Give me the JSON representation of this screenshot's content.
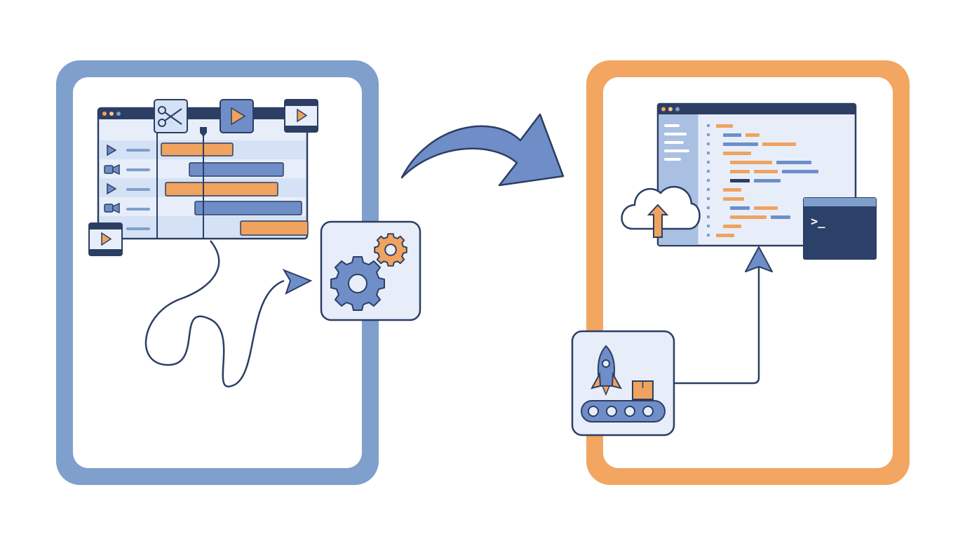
{
  "colors": {
    "blue_frame": "#7f9fcc",
    "orange_frame": "#f2a662",
    "navy": "#2c3e63",
    "blue": "#6f8ec8",
    "orange": "#f0a35e",
    "light_fill": "#e7eefa",
    "row_alt": "#d5e2f5",
    "white": "#ffffff"
  },
  "left_panel": {
    "editor": {
      "track_icons": [
        "play-icon",
        "camera-icon",
        "play-icon",
        "camera-icon",
        "none"
      ],
      "toolbar_icons": [
        "scissors-icon",
        "play-icon",
        "film-icon"
      ],
      "corner_icon": "film-icon",
      "clip_colors": [
        "orange",
        "blue",
        "orange",
        "blue",
        "orange"
      ]
    },
    "processing_box": {
      "icons": [
        "gear-icon-large",
        "gear-icon-small"
      ]
    }
  },
  "transition_arrow": {
    "icon": "curved-arrow-right"
  },
  "right_panel": {
    "code_window": {
      "line_count": 13,
      "upload_icon": "cloud-upload-icon"
    },
    "terminal": {
      "prompt": ">_"
    },
    "deploy_box": {
      "icons": [
        "rocket-icon",
        "package-icon",
        "conveyor-belt-icon"
      ]
    }
  }
}
